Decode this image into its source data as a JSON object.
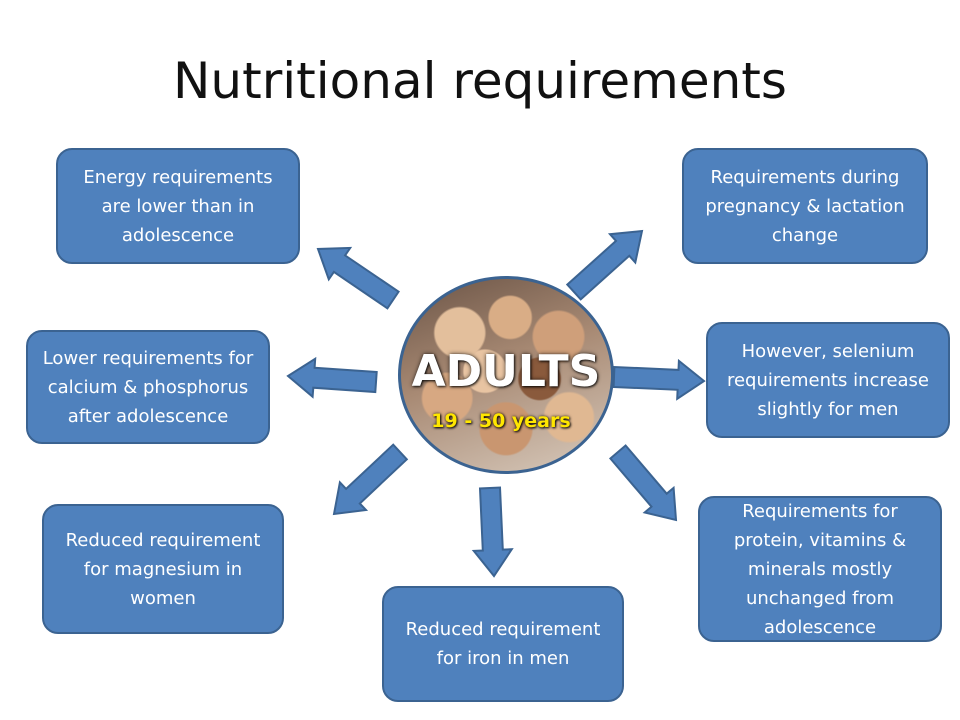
{
  "title": "Nutritional requirements",
  "center": {
    "title": "ADULTS",
    "subtitle": "19 - 50 years"
  },
  "boxes": [
    "Energy requirements are lower than in adolescence",
    "Requirements during pregnancy & lactation change",
    "Lower requirements for calcium & phosphorus after adolescence",
    "However, selenium requirements increase slightly for men",
    "Reduced requirement for magnesium in women",
    "Requirements for protein, vitamins & minerals mostly unchanged from adolescence",
    "Reduced requirement for iron in men"
  ],
  "colors": {
    "box_fill": "#4f81bd",
    "box_border": "#3b6391",
    "subtitle": "#ffe600"
  }
}
